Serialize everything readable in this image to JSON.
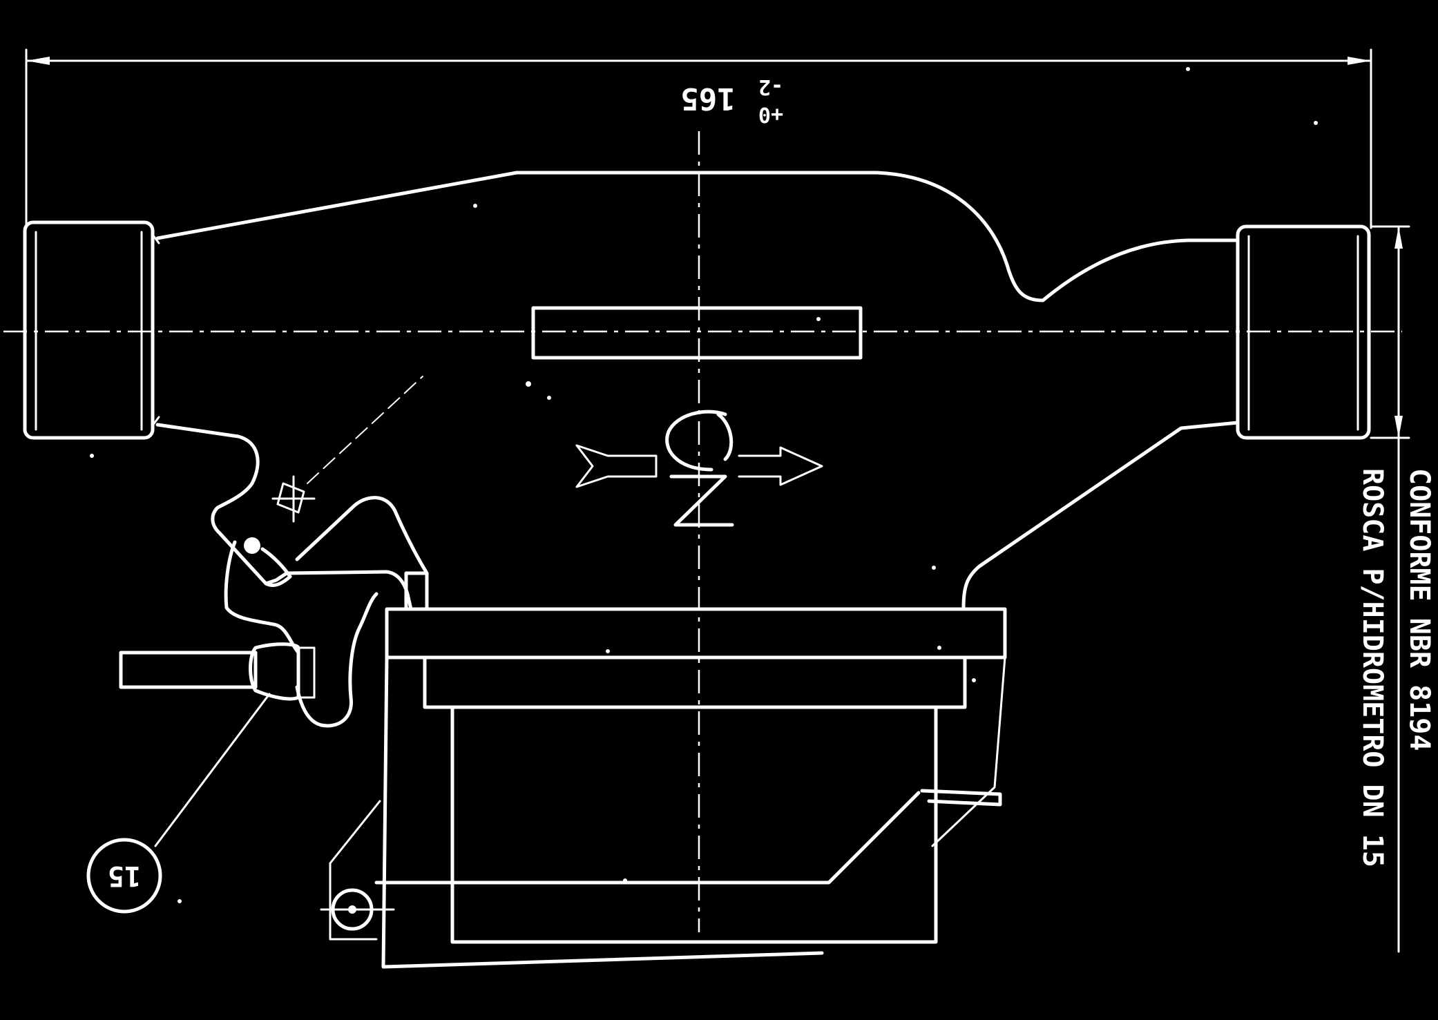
{
  "dimension": {
    "nominal": "165",
    "tolerance_upper": "+0",
    "tolerance_lower": "-2"
  },
  "note": {
    "line1": "CONFORME NBR 8194",
    "line2": "ROSCA P/HIDROMETRO DN 15"
  },
  "balloon": {
    "label": "15"
  },
  "colors": {
    "background": "#000000",
    "line": "#ffffff"
  }
}
